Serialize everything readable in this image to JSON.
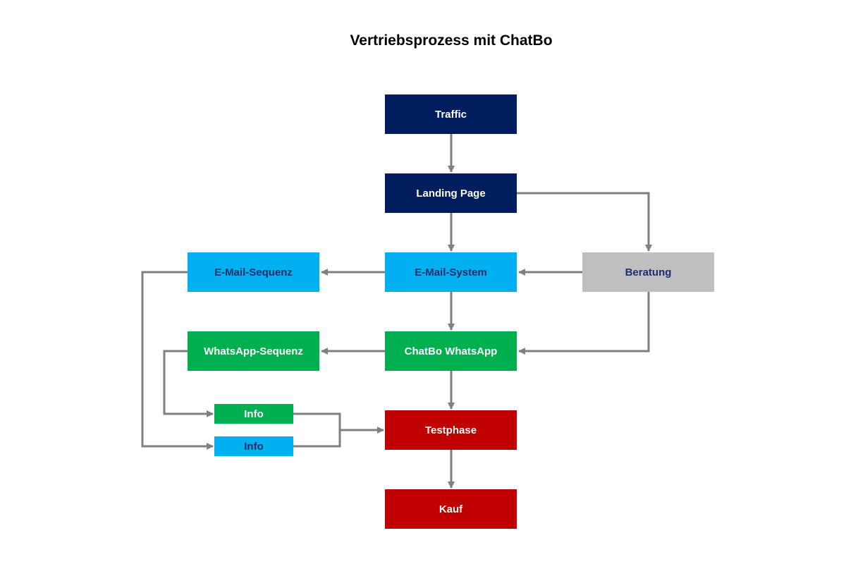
{
  "title": "Vertriebsprozess mit ChatBo",
  "colors": {
    "navy": "#001E5E",
    "light_blue": "#00B0F0",
    "gray": "#BFBFBF",
    "green": "#00B050",
    "red": "#C00000",
    "arrow": "#7F7F7F",
    "white_text": "#FFFFFF",
    "navy_text": "#1F2D6B"
  },
  "nodes": {
    "traffic": "Traffic",
    "landing_page": "Landing Page",
    "email_system": "E-Mail-System",
    "email_sequenz": "E-Mail-Sequenz",
    "beratung": "Beratung",
    "chatbo_whatsapp": "ChatBo WhatsApp",
    "whatsapp_sequenz": "WhatsApp-Sequenz",
    "info_green": "Info",
    "info_blue": "Info",
    "testphase": "Testphase",
    "kauf": "Kauf"
  }
}
